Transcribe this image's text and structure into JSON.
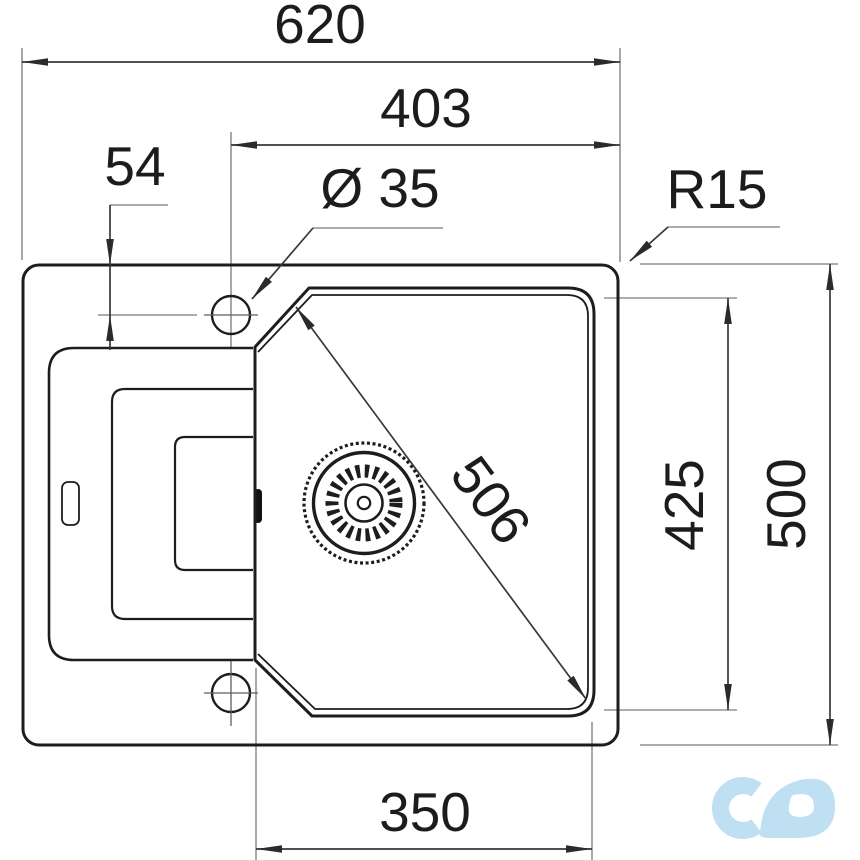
{
  "drawing": {
    "title": "sink-installation-dimension-drawing",
    "dim_labels": {
      "overall_width": "620",
      "right_edge_to_hole": "403",
      "top_edge_to_hole": "54",
      "hole_diameter": "Ø 35",
      "corner_radius": "R15",
      "bowl_diagonal": "506",
      "bowl_front_to_back": "425",
      "overall_depth": "500",
      "bowl_width": "350"
    },
    "colors": {
      "outline": "#1d1d1d",
      "dimension": "#383838",
      "extension": "#7a7a7a",
      "logo": "#bfdff2"
    }
  }
}
